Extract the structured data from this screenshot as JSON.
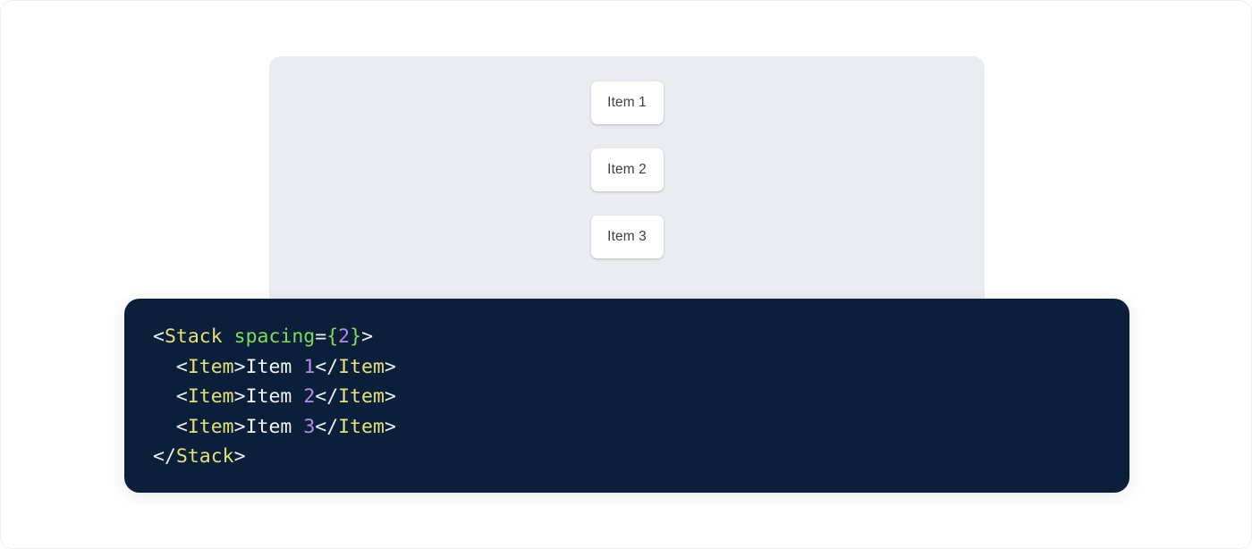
{
  "preview": {
    "panel_bg": "#e9ecf1",
    "items": [
      {
        "label": "Item 1"
      },
      {
        "label": "Item 2"
      },
      {
        "label": "Item 3"
      }
    ]
  },
  "code": {
    "background": "#0b1f3a",
    "language": "jsx",
    "lines": [
      {
        "indent": "",
        "tokens": [
          {
            "t": "<",
            "k": "punct"
          },
          {
            "t": "Stack",
            "k": "tag"
          },
          {
            "t": " ",
            "k": "text"
          },
          {
            "t": "spacing",
            "k": "attr"
          },
          {
            "t": "=",
            "k": "punct"
          },
          {
            "t": "{",
            "k": "brace"
          },
          {
            "t": "2",
            "k": "num"
          },
          {
            "t": "}",
            "k": "brace"
          },
          {
            "t": ">",
            "k": "punct"
          }
        ]
      },
      {
        "indent": "  ",
        "tokens": [
          {
            "t": "<",
            "k": "punct"
          },
          {
            "t": "Item",
            "k": "tag"
          },
          {
            "t": ">",
            "k": "punct"
          },
          {
            "t": "Item ",
            "k": "text"
          },
          {
            "t": "1",
            "k": "num"
          },
          {
            "t": "</",
            "k": "punct"
          },
          {
            "t": "Item",
            "k": "tag"
          },
          {
            "t": ">",
            "k": "punct"
          }
        ]
      },
      {
        "indent": "  ",
        "tokens": [
          {
            "t": "<",
            "k": "punct"
          },
          {
            "t": "Item",
            "k": "tag"
          },
          {
            "t": ">",
            "k": "punct"
          },
          {
            "t": "Item ",
            "k": "text"
          },
          {
            "t": "2",
            "k": "num"
          },
          {
            "t": "</",
            "k": "punct"
          },
          {
            "t": "Item",
            "k": "tag"
          },
          {
            "t": ">",
            "k": "punct"
          }
        ]
      },
      {
        "indent": "  ",
        "tokens": [
          {
            "t": "<",
            "k": "punct"
          },
          {
            "t": "Item",
            "k": "tag"
          },
          {
            "t": ">",
            "k": "punct"
          },
          {
            "t": "Item ",
            "k": "text"
          },
          {
            "t": "3",
            "k": "num"
          },
          {
            "t": "</",
            "k": "punct"
          },
          {
            "t": "Item",
            "k": "tag"
          },
          {
            "t": ">",
            "k": "punct"
          }
        ]
      },
      {
        "indent": "",
        "tokens": [
          {
            "t": "</",
            "k": "punct"
          },
          {
            "t": "Stack",
            "k": "tag"
          },
          {
            "t": ">",
            "k": "punct"
          }
        ]
      }
    ]
  }
}
